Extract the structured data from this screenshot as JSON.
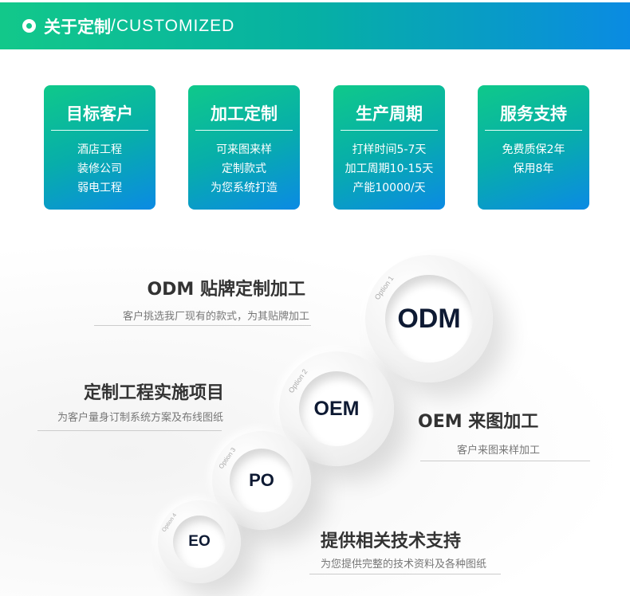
{
  "header": {
    "title_cn": "关于定制",
    "title_en": "/CUSTOMIZED"
  },
  "cards": [
    {
      "title": "目标客户",
      "lines": [
        "酒店工程",
        "装修公司",
        "弱电工程"
      ]
    },
    {
      "title": "加工定制",
      "lines": [
        "可来图来样",
        "定制款式",
        "为您系统打造"
      ]
    },
    {
      "title": "生产周期",
      "lines": [
        "打样时间5-7天",
        "加工周期10-15天",
        "产能10000/天"
      ]
    },
    {
      "title": "服务支持",
      "lines": [
        "免费质保2年",
        "保用8年"
      ]
    }
  ],
  "options": [
    {
      "tag": "Option 1",
      "label": "ODM"
    },
    {
      "tag": "Option 2",
      "label": "OEM"
    },
    {
      "tag": "Option 3",
      "label": "PO"
    },
    {
      "tag": "Option 4",
      "label": "EO"
    }
  ],
  "blocks": [
    {
      "title": "ODM 贴牌定制加工",
      "sub": "客户挑选我厂现有的款式，为其贴牌加工"
    },
    {
      "title": "定制工程实施项目",
      "sub": "为客户量身订制系统方案及布线图纸"
    },
    {
      "title": "OEM 来图加工",
      "sub": "客户来图来样加工"
    },
    {
      "title": "提供相关技术支持",
      "sub": "为您提供完整的技术资料及各种图纸"
    }
  ]
}
